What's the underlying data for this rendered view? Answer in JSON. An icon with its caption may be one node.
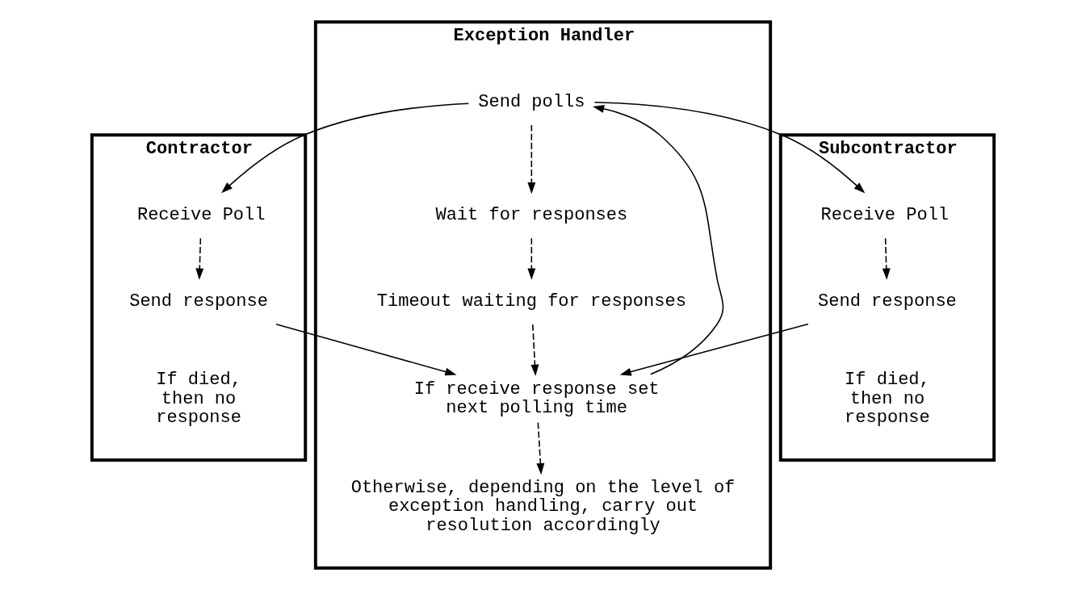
{
  "diagram": {
    "nodes": [
      {
        "text": [
          "Contractor"
        ]
      },
      {
        "text": [
          "Receive Poll"
        ],
        "in": 0
      },
      {
        "text": [
          "Send response"
        ],
        "in": 0
      },
      {
        "text": [
          "If died, then no response"
        ],
        "in": 0
      },
      {
        "text": [
          "Exception Handler"
        ]
      },
      {
        "text": [
          "Send polls"
        ],
        "in": 4
      },
      {
        "text": [
          "Wait for responses"
        ],
        "in": 4
      },
      {
        "text": [
          "Timeout waiting for responses"
        ],
        "in": 4
      },
      {
        "text": [
          "If receive response set next polling time"
        ],
        "in": 4
      },
      {
        "text": [
          "Otherwise, depending on the level of exception handling, carry out resolution accordingly"
        ],
        "in": 4
      },
      {
        "text": [
          "Subcontractor"
        ]
      },
      {
        "text": [
          "Receive Poll"
        ],
        "in": 10
      },
      {
        "text": [
          "Send response"
        ],
        "in": 10
      },
      {
        "text": [
          "If died, then no response"
        ],
        "in": 10
      }
    ],
    "edges": [
      {
        "from": 5,
        "to": 1,
        "arrow": "to"
      },
      {
        "from": 5,
        "to": 11,
        "arrow": "to"
      },
      {
        "from": 1,
        "to": 2,
        "arrow": "to",
        "style": "dashed"
      },
      {
        "from": 11,
        "to": 12,
        "arrow": "to",
        "style": "dashed"
      },
      {
        "from": 5,
        "to": 6,
        "arrow": "to",
        "style": "dashed"
      },
      {
        "from": 6,
        "to": 7,
        "arrow": "to",
        "style": "dashed"
      },
      {
        "from": 7,
        "to": 8,
        "arrow": "to",
        "style": "dashed"
      },
      {
        "from": 2,
        "to": 8,
        "arrow": "to"
      },
      {
        "from": 12,
        "to": 8,
        "arrow": "to"
      },
      {
        "from": 8,
        "to": 5,
        "arrow": "to"
      },
      {
        "from": 8,
        "to": 9,
        "arrow": "to",
        "style": "dashed"
      }
    ]
  }
}
